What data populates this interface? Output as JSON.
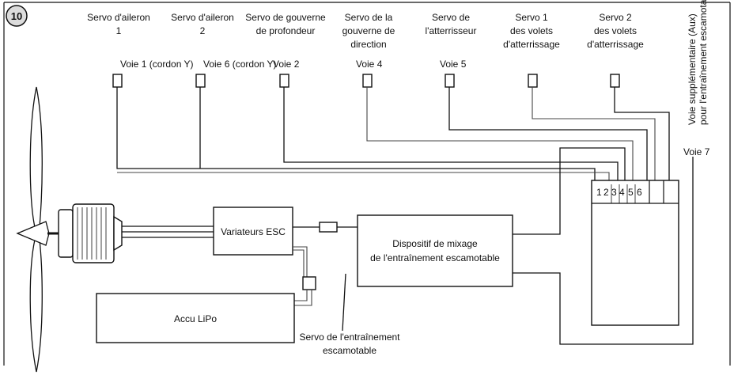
{
  "figure": {
    "number": "10"
  },
  "servos": [
    {
      "line1": "Servo d'aileron",
      "line2": "1"
    },
    {
      "line1": "Servo d'aileron",
      "line2": "2"
    },
    {
      "line1": "Servo de gouverne",
      "line2": "de profondeur"
    },
    {
      "line1": "Servo de la",
      "line2": "gouverne de",
      "line3": "direction"
    },
    {
      "line1": "Servo de",
      "line2": "l'atterrisseur"
    },
    {
      "line1": "Servo 1",
      "line2": "des volets",
      "line3": "d'atterrissage"
    },
    {
      "line1": "Servo 2",
      "line2": "des volets",
      "line3": "d'atterrissage"
    }
  ],
  "channels": {
    "voie1": "Voie 1 (cordon Y)",
    "voie6": "Voie 6 (cordon Y)",
    "voie2": "Voie 2",
    "voie4": "Voie 4",
    "voie5": "Voie 5"
  },
  "aux": {
    "line1": "Voie supplémentaire (Aux)",
    "line2": "pour l'entraînement escamotable",
    "channel": "Voie 7"
  },
  "receiver": {
    "ports": [
      "1",
      "2",
      "3",
      "4",
      "5",
      "6"
    ]
  },
  "esc": {
    "label": "Variateurs ESC"
  },
  "mixer": {
    "line1": "Dispositif de mixage",
    "line2": "de l'entraînement escamotable"
  },
  "battery": {
    "label": "Accu LiPo"
  },
  "retract_servo": {
    "line1": "Servo de l'entraînement",
    "line2": "escamotable"
  }
}
